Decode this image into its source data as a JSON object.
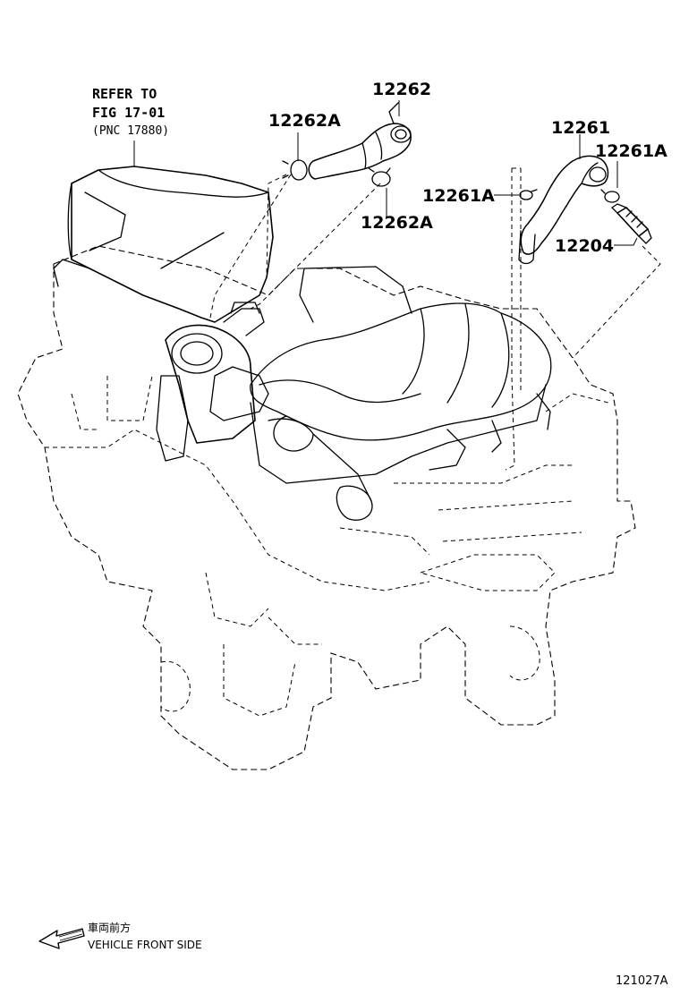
{
  "refer_note": {
    "line1": "REFER TO",
    "line2": "FIG 17-01",
    "line3": "(PNC 17880)"
  },
  "parts": {
    "p12262": "12262",
    "p12262A_top": "12262A",
    "p12262A_bottom": "12262A",
    "p12261": "12261",
    "p12261A_right": "12261A",
    "p12261A_left": "12261A",
    "p12204": "12204"
  },
  "direction": {
    "jp_label": "車両前方",
    "en_label": "VEHICLE FRONT SIDE",
    "icon": "arrow-left-icon"
  },
  "figure_code": "121027A"
}
